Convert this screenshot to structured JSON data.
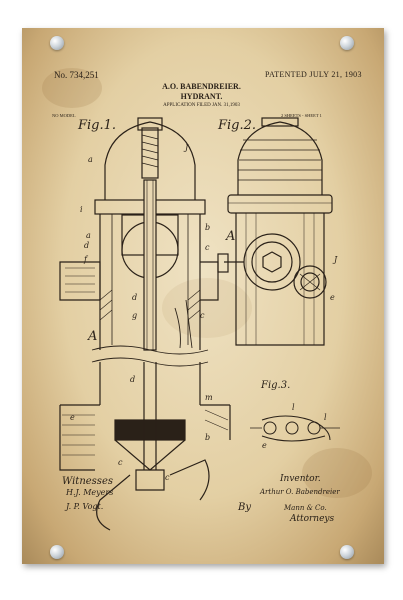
{
  "patent": {
    "number": "No. 734,251",
    "patented": "PATENTED JULY 21, 1903",
    "inventor_name": "A.O. BABENDREIER.",
    "title": "HYDRANT.",
    "application": "APPLICATION FILED JAN. 31,1903",
    "model": "NO MODEL",
    "sheets": "2 SHEETS - SHEET 1"
  },
  "figures": {
    "fig1": "Fig.1.",
    "fig2": "Fig.2.",
    "fig3": "Fig.3."
  },
  "signatures": {
    "witnesses_label": "Witnesses",
    "witness_1": "H.J. Meyers",
    "witness_2": "J. P. Vogt.",
    "inventor_label": "Inventor.",
    "inventor_signature": "Arthur O. Babendreier",
    "by_label": "By",
    "attorney_signature": "Mann & Co.",
    "attorneys_label": "Attorneys"
  },
  "colors": {
    "paper": "#e8d7b2",
    "ink": "#2a2118",
    "pins": "#c6ced5"
  }
}
